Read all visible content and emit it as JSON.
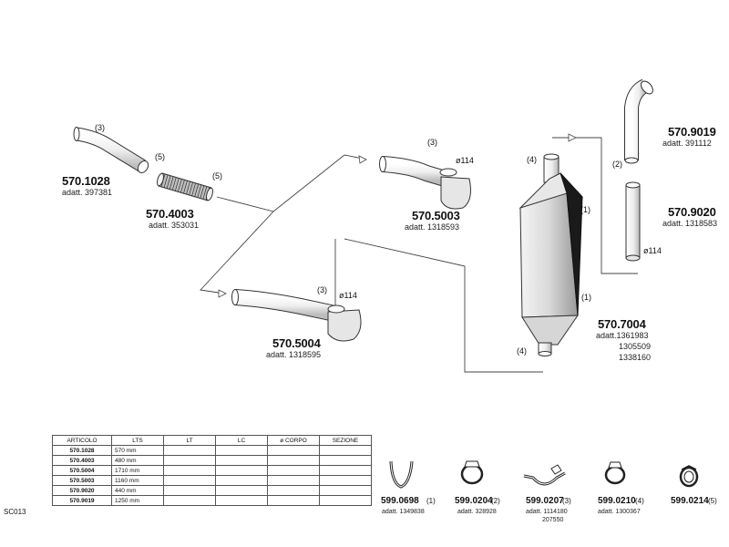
{
  "parts": {
    "p1028": {
      "number": "570.1028",
      "adatt": "adatt. 397381",
      "qty": "(3)"
    },
    "p4003": {
      "number": "570.4003",
      "adatt": "adatt. 353031",
      "qty_a": "(5)",
      "qty_b": "(5)"
    },
    "p5003": {
      "number": "570.5003",
      "adatt": "adatt. 1318593",
      "qty": "(3)",
      "diameter": "ø114"
    },
    "p5004": {
      "number": "570.5004",
      "adatt": "adatt. 1318595",
      "qty": "(3)",
      "diameter": "ø114"
    },
    "p7004": {
      "number": "570.7004",
      "adatt": "adatt.1361983",
      "adatt_2": "1305509",
      "adatt_3": "1338160",
      "qty_top": "(4)",
      "qty_bottom": "(4)",
      "qty_side_a": "(1)",
      "qty_side_b": "(1)"
    },
    "p9019": {
      "number": "570.9019",
      "adatt": "adatt. 391112",
      "qty": "(2)"
    },
    "p9020": {
      "number": "570.9020",
      "adatt": "adatt. 1318583",
      "diameter": "ø114"
    }
  },
  "table": {
    "headers": [
      "ARTICOLO",
      "LTS",
      "LT",
      "LC",
      "ø CORPO",
      "SEZIONE"
    ],
    "rows": [
      {
        "articolo": "570.1028",
        "lts": "570 mm"
      },
      {
        "articolo": "570.4003",
        "lts": "480 mm"
      },
      {
        "articolo": "570.5004",
        "lts": "1710 mm"
      },
      {
        "articolo": "570.5003",
        "lts": "1160 mm"
      },
      {
        "articolo": "570.9020",
        "lts": "440 mm"
      },
      {
        "articolo": "570.9019",
        "lts": "1250 mm"
      }
    ]
  },
  "clamps": [
    {
      "number": "599.0698",
      "qty": "(1)",
      "adatt": "adatt. 1349838",
      "adatt_2": ""
    },
    {
      "number": "599.0204",
      "qty": "(2)",
      "adatt": "adatt. 328928",
      "adatt_2": ""
    },
    {
      "number": "599.0207",
      "qty": "(3)",
      "adatt": "adatt. 1114180",
      "adatt_2": "207550"
    },
    {
      "number": "599.0210",
      "qty": "(4)",
      "adatt": "adatt. 1300367",
      "adatt_2": ""
    },
    {
      "number": "599.0214",
      "qty": "(5)",
      "adatt": "",
      "adatt_2": ""
    }
  ],
  "diagram_code": "SC013"
}
